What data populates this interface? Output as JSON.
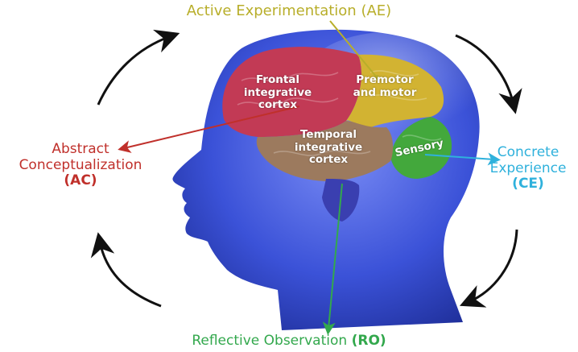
{
  "diagram": {
    "stages": {
      "ae": {
        "text": "Active Experimentation",
        "abbr": "(AE)",
        "color": "#b8ae2a"
      },
      "ac": {
        "line1": "Abstract",
        "line2": "Conceptualization",
        "abbr": "(AC)",
        "color": "#c0302b"
      },
      "ce": {
        "line1": "Concrete",
        "line2": "Experience",
        "abbr": "(CE)",
        "color": "#2fb1dc"
      },
      "ro": {
        "text": "Reflective Observation",
        "abbr": "(RO)",
        "color": "#33a84d"
      }
    },
    "regions": {
      "frontal": {
        "line1": "Frontal",
        "line2": "integrative",
        "line3": "cortex",
        "color": "#c23a55"
      },
      "premotor": {
        "line1": "Premotor",
        "line2": "and motor",
        "color": "#d2b332"
      },
      "temporal": {
        "line1": "Temporal",
        "line2": "integrative",
        "line3": "cortex",
        "color": "#9c7a5e"
      },
      "sensory": {
        "text": "Sensory",
        "color": "#43a83c"
      }
    },
    "head_color": "#3b52d8"
  }
}
